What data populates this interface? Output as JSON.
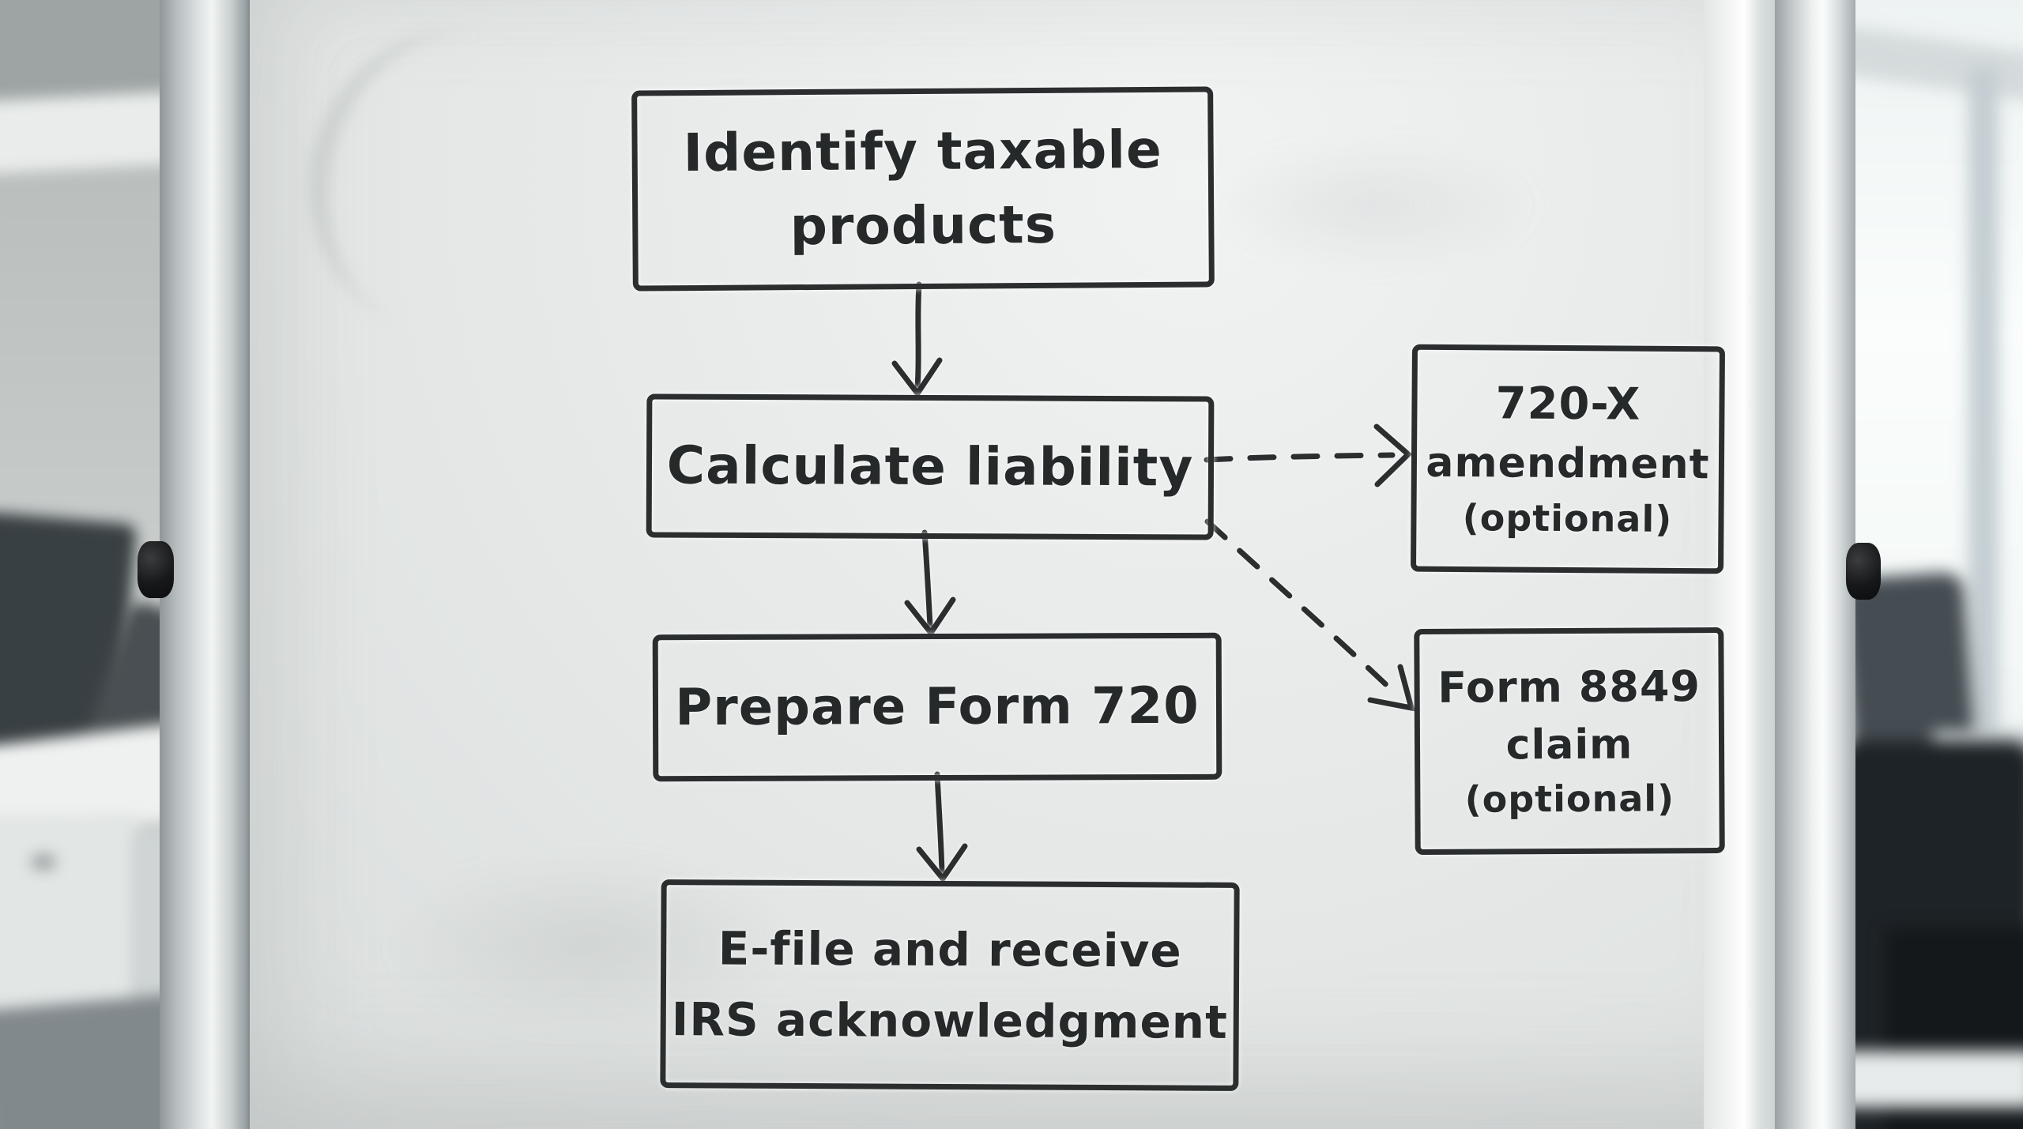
{
  "flowchart": {
    "title": "Form 720 excise tax filing whiteboard flowchart",
    "ink_color": "#2b2e2f",
    "board_color": "#e9ecec",
    "frame_color": "#d7dcdd",
    "knob_color": "#17181a",
    "nodes": [
      {
        "id": "identify",
        "lines": [
          "Identify taxable",
          "products"
        ]
      },
      {
        "id": "calculate",
        "lines": [
          "Calculate liability"
        ]
      },
      {
        "id": "prepare",
        "lines": [
          "Prepare Form 720"
        ]
      },
      {
        "id": "efile",
        "lines": [
          "E-file and receive",
          "IRS acknowledgment"
        ]
      },
      {
        "id": "amendment",
        "lines": [
          "720-X",
          "amendment",
          "(optional)"
        ]
      },
      {
        "id": "claim",
        "lines": [
          "Form 8849",
          "claim",
          "(optional)"
        ]
      }
    ],
    "edges": [
      {
        "from": "identify",
        "to": "calculate",
        "style": "solid"
      },
      {
        "from": "calculate",
        "to": "prepare",
        "style": "solid"
      },
      {
        "from": "prepare",
        "to": "efile",
        "style": "solid"
      },
      {
        "from": "calculate",
        "to": "amendment",
        "style": "dashed"
      },
      {
        "from": "calculate",
        "to": "claim",
        "style": "dashed"
      }
    ]
  }
}
